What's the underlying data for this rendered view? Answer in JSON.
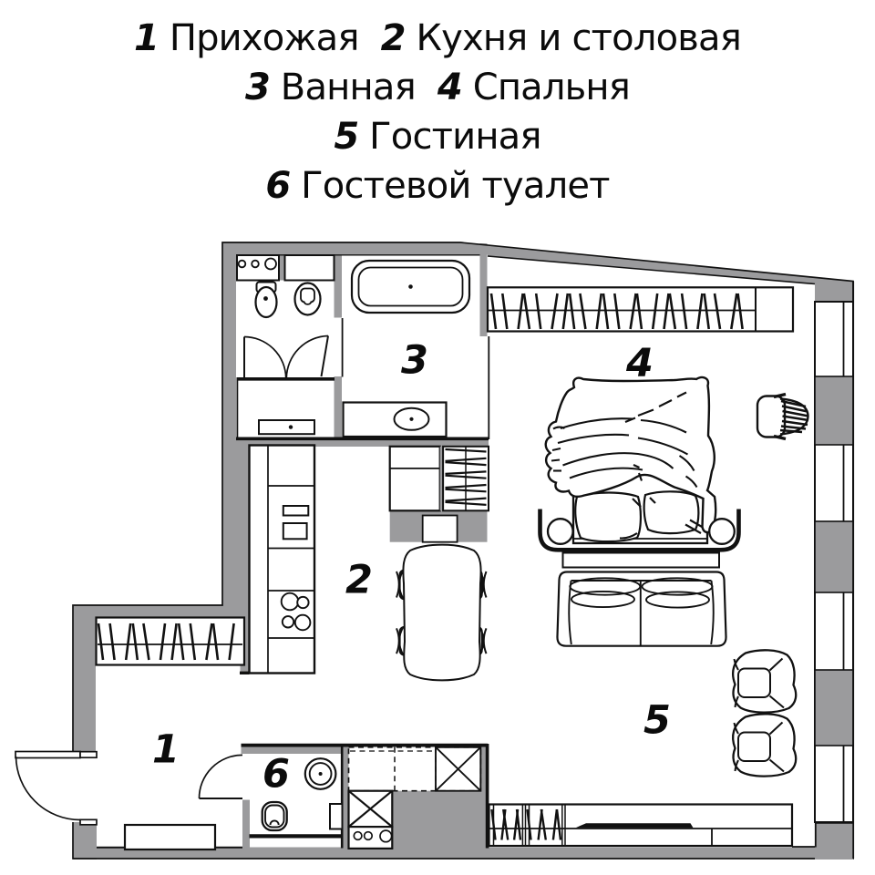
{
  "title": "apartment-floor-plan",
  "colors": {
    "wall": "#9b9b9d",
    "line": "#111111",
    "paper": "#ffffff"
  },
  "legend": {
    "entries": [
      {
        "num": "1",
        "name": "Прихожая"
      },
      {
        "num": "2",
        "name": "Кухня и столовая"
      },
      {
        "num": "3",
        "name": "Ванная"
      },
      {
        "num": "4",
        "name": "Спальня"
      },
      {
        "num": "5",
        "name": "Гостиная"
      },
      {
        "num": "6",
        "name": "Гостевой туалет"
      }
    ]
  },
  "rooms": [
    {
      "number": "1",
      "name": "Прихожая"
    },
    {
      "number": "2",
      "name": "Кухня и столовая"
    },
    {
      "number": "3",
      "name": "Ванная"
    },
    {
      "number": "4",
      "name": "Спальня"
    },
    {
      "number": "5",
      "name": "Гостиная"
    },
    {
      "number": "6",
      "name": "Гостевой туалет"
    }
  ]
}
